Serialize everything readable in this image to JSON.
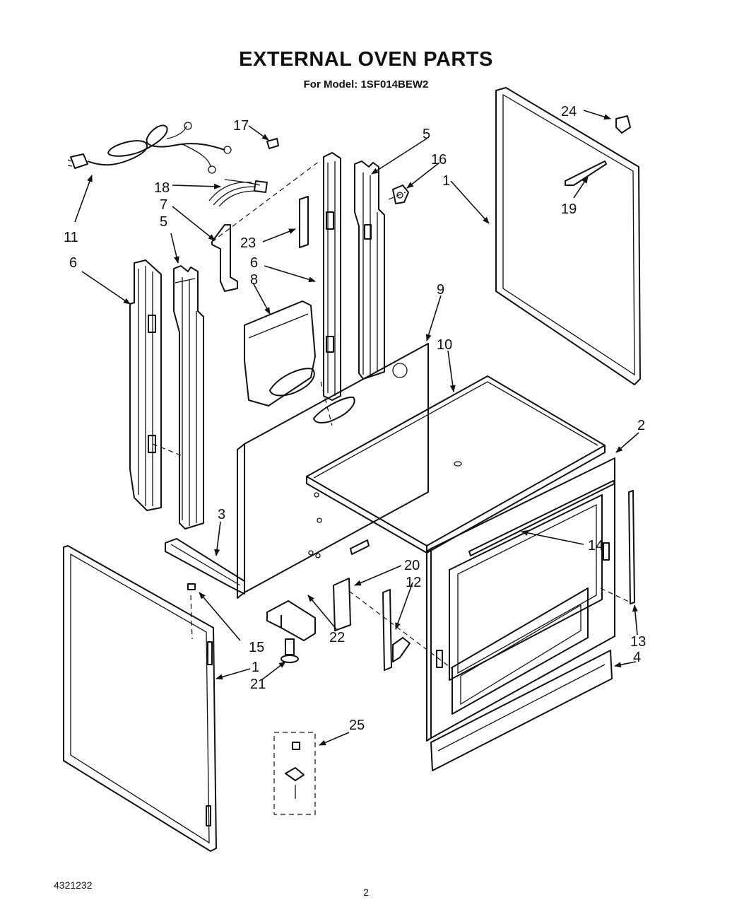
{
  "title": "EXTERNAL OVEN PARTS",
  "subtitle": "For Model: 1SF014BEW2",
  "footer": {
    "doc_number": "4321232",
    "page_number": "2"
  },
  "callouts": {
    "c1a": "1",
    "c1b": "1",
    "c2": "2",
    "c3": "3",
    "c4": "4",
    "c5a": "5",
    "c5b": "5",
    "c6a": "6",
    "c6b": "6",
    "c7": "7",
    "c8": "8",
    "c9": "9",
    "c10": "10",
    "c11": "11",
    "c12": "12",
    "c13": "13",
    "c14": "14",
    "c15": "15",
    "c16": "16",
    "c17": "17",
    "c18": "18",
    "c19": "19",
    "c20": "20",
    "c21": "21",
    "c22": "22",
    "c23": "23",
    "c24": "24",
    "c25": "25"
  }
}
